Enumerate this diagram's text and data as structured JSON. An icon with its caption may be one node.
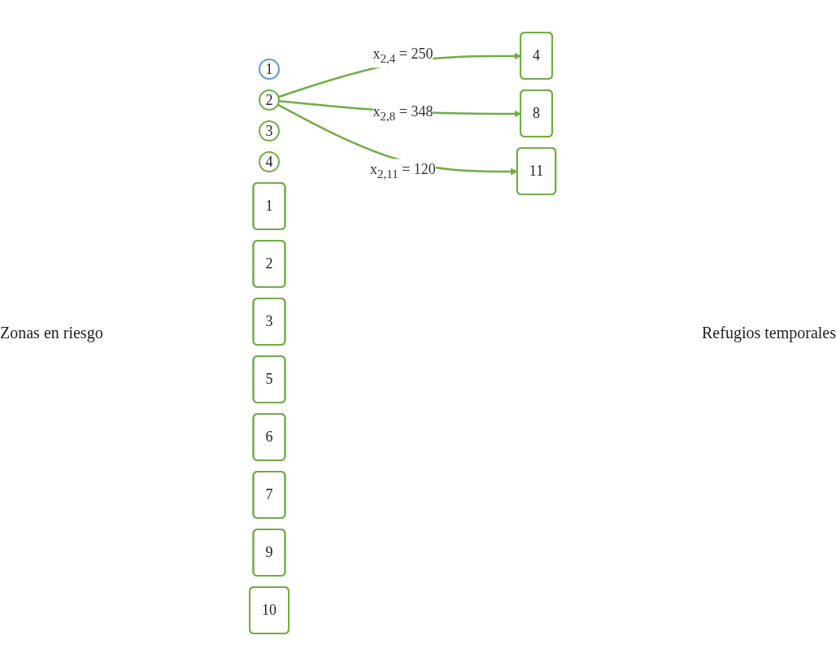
{
  "diagram": {
    "nodes": [
      {
        "text": [
          "1"
        ]
      },
      {
        "text": [
          "2"
        ]
      },
      {
        "text": [
          "3"
        ]
      },
      {
        "text": [
          "4"
        ]
      },
      {
        "text": [
          "1"
        ]
      },
      {
        "text": [
          "2"
        ]
      },
      {
        "text": [
          "3"
        ]
      },
      {
        "text": [
          "4"
        ]
      },
      {
        "text": [
          "5"
        ]
      },
      {
        "text": [
          "6"
        ]
      },
      {
        "text": [
          "7"
        ]
      },
      {
        "text": [
          "8"
        ]
      },
      {
        "text": [
          "9"
        ]
      },
      {
        "text": [
          "10"
        ]
      },
      {
        "text": [
          "11"
        ]
      }
    ],
    "edges": [
      {
        "from": 1,
        "to": 7,
        "arrow": "to",
        "label": "x$_{2,4}$ = 250"
      },
      {
        "from": 1,
        "to": 11,
        "arrow": "to",
        "label": "x$_{2,8}$ = 348"
      },
      {
        "from": 1,
        "to": 14,
        "arrow": "to",
        "label": "x$_{2,11}$ = 120"
      }
    ],
    "labels": [
      "Zonas en riesgo",
      "Refugios temporales"
    ]
  }
}
